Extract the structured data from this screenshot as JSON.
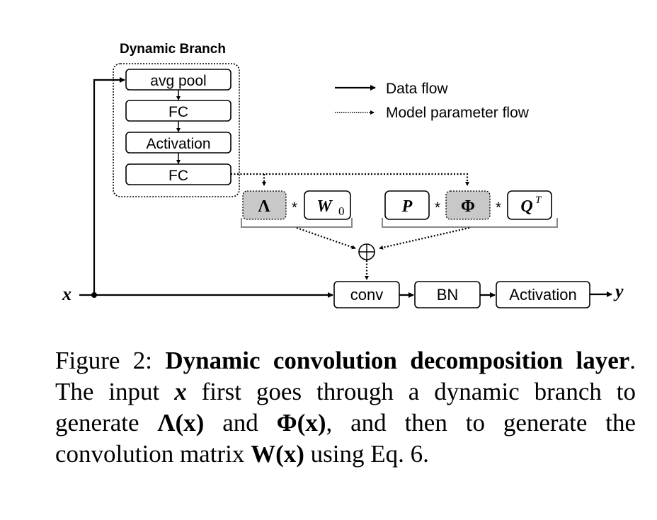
{
  "diagram": {
    "branch_title": "Dynamic Branch",
    "branch_boxes": [
      "avg pool",
      "FC",
      "Activation",
      "FC"
    ],
    "legend": {
      "data_flow": "Data flow",
      "param_flow": "Model parameter flow"
    },
    "params": {
      "lambda": "Λ",
      "w0": "W",
      "w0_sub": "0",
      "p": "P",
      "phi": "Φ",
      "q": "Q",
      "q_sup": "T",
      "times": "*"
    },
    "pipeline": {
      "input": "x",
      "conv": "conv",
      "bn": "BN",
      "activation": "Activation",
      "output": "y",
      "plus": "⊕"
    }
  },
  "caption": {
    "label": "Figure 2:",
    "title": "Dynamic convolution decomposition layer",
    "text1": ". The input",
    "x1": "x",
    "text2": "first goes through a dynamic branch to generate",
    "lambda_x": "Λ(x)",
    "text3": "and",
    "phi_x": "Φ(x)",
    "text4": ", and then to generate the convolution matrix",
    "w_x": "W(x)",
    "text5": "using Eq. 6."
  },
  "colors": {
    "shaded": "#c8c8c8",
    "bracket": "#888888",
    "line": "#000000"
  }
}
